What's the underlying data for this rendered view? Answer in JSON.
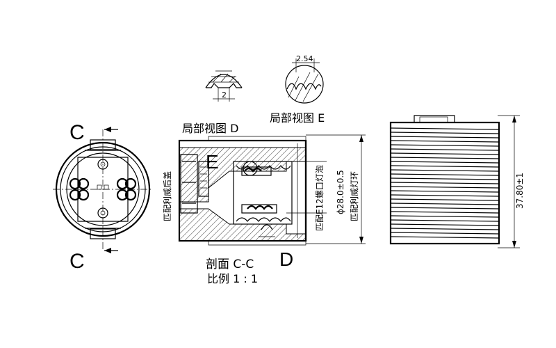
{
  "labels": {
    "section_letter_top": "C",
    "section_letter_bottom": "C",
    "detail_d_title": "局部视图 D",
    "detail_e_title": "局部视图 E",
    "detail_d_dim": "2",
    "detail_e_dim": "2.54",
    "marker_e": "E",
    "marker_d": "D",
    "section_title": "剖面 C-C",
    "scale": "比例 1 : 1",
    "vertical_note_left": "匹配利威后盖",
    "vertical_note_center": "匹配E12螺口灯泡",
    "diameter_dim": "ϕ28.0±0.5",
    "vertical_note_right": "匹配利威灯环",
    "height_dim": "37.80±1"
  }
}
